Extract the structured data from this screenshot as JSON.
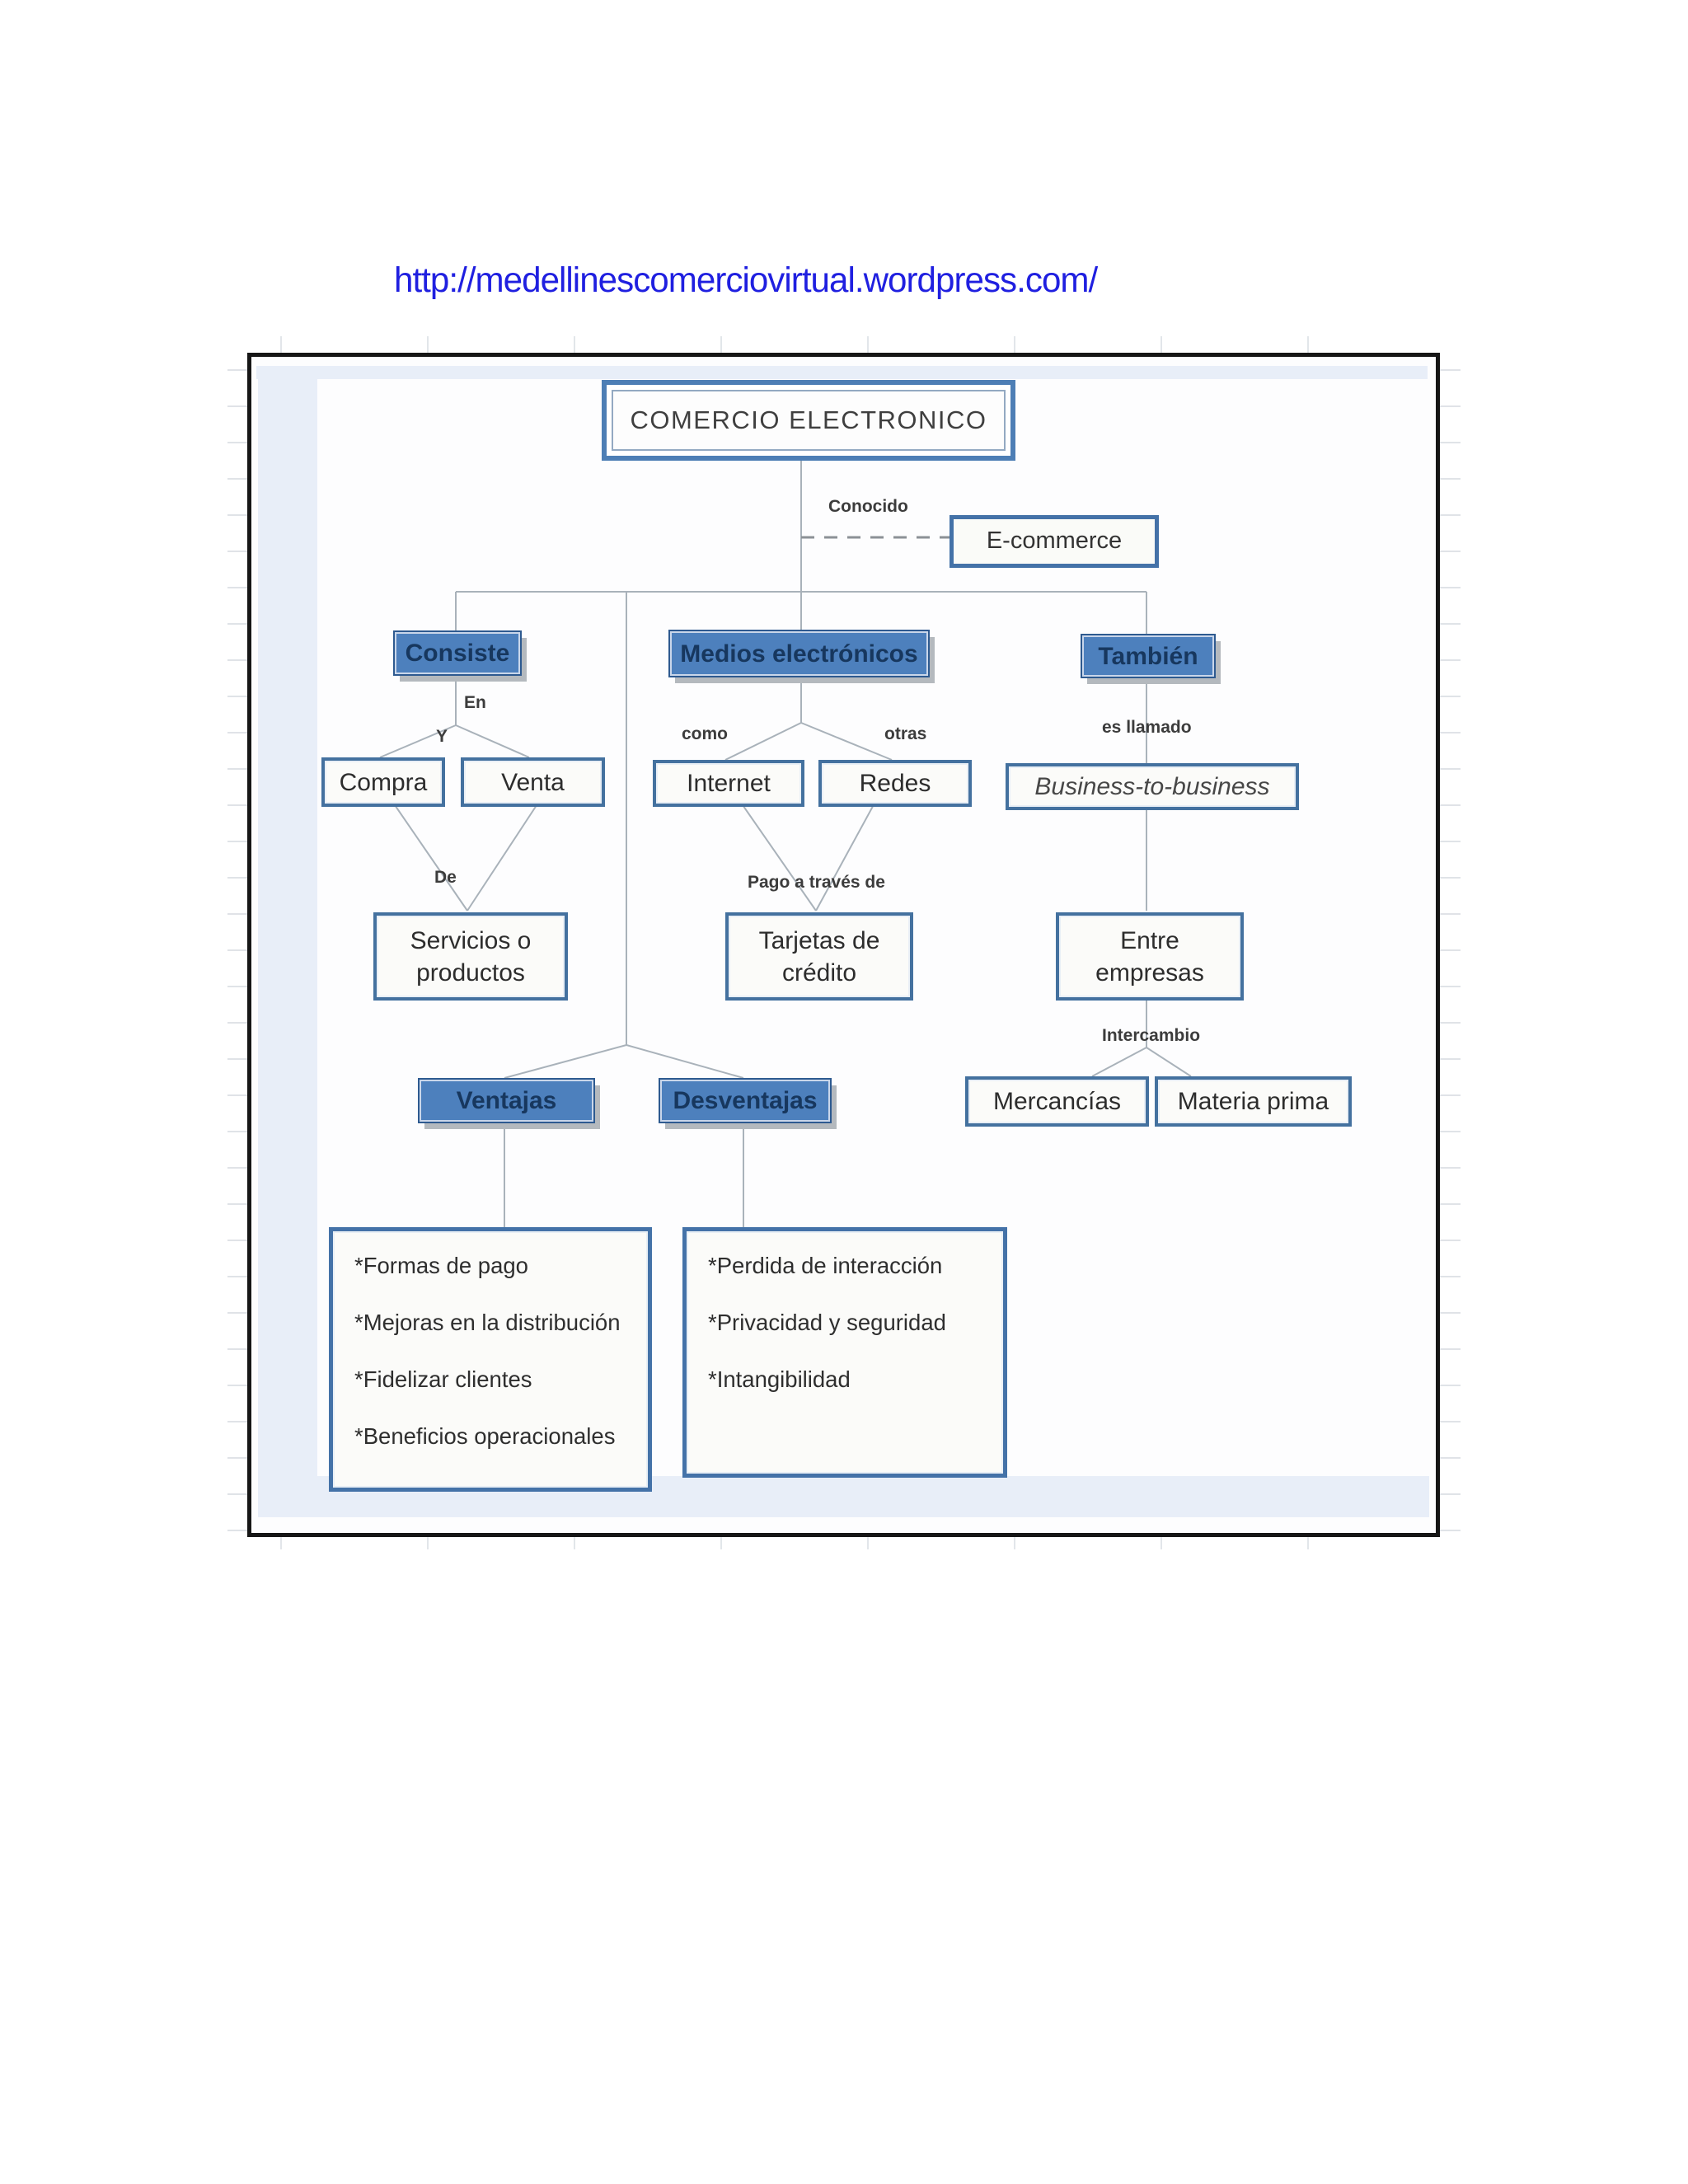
{
  "page": {
    "url": "http://medellinescomerciovirtual.wordpress.com/"
  },
  "colors": {
    "url_blue": "#1f1fe0",
    "node_fill_blue": "#4d80bd",
    "node_border_blue": "#2e5a90",
    "node_text_navy": "#17375e",
    "white_box_border": "#44719f",
    "connector_gray": "#a9b2ba"
  },
  "nodes": {
    "root": "COMERCIO ELECTRONICO",
    "conocido": "Conocido",
    "ecommerce": "E-commerce",
    "consiste": "Consiste",
    "en": "En",
    "y": "Y",
    "compra": "Compra",
    "venta": "Venta",
    "de": "De",
    "servicios": "Servicios o\nproductos",
    "medios": "Medios electrónicos",
    "como": "como",
    "otras": "otras",
    "internet": "Internet",
    "redes": "Redes",
    "pago": "Pago a través de",
    "tarjetas": "Tarjetas de\ncrédito",
    "tambien": "También",
    "es_llamado": "es llamado",
    "b2b": "Business-to-business",
    "entre": "Entre\nempresas",
    "intercambio": "Intercambio",
    "mercancias": "Mercancías",
    "materia_prima": "Materia prima",
    "ventajas": "Ventajas",
    "desventajas": "Desventajas"
  },
  "lists": {
    "ventajas_items": [
      "*Formas de pago",
      "*Mejoras en la distribución",
      "*Fidelizar clientes",
      "*Beneficios operacionales"
    ],
    "desventajas_items": [
      "*Perdida de interacción",
      "*Privacidad y seguridad",
      "*Intangibilidad"
    ]
  }
}
